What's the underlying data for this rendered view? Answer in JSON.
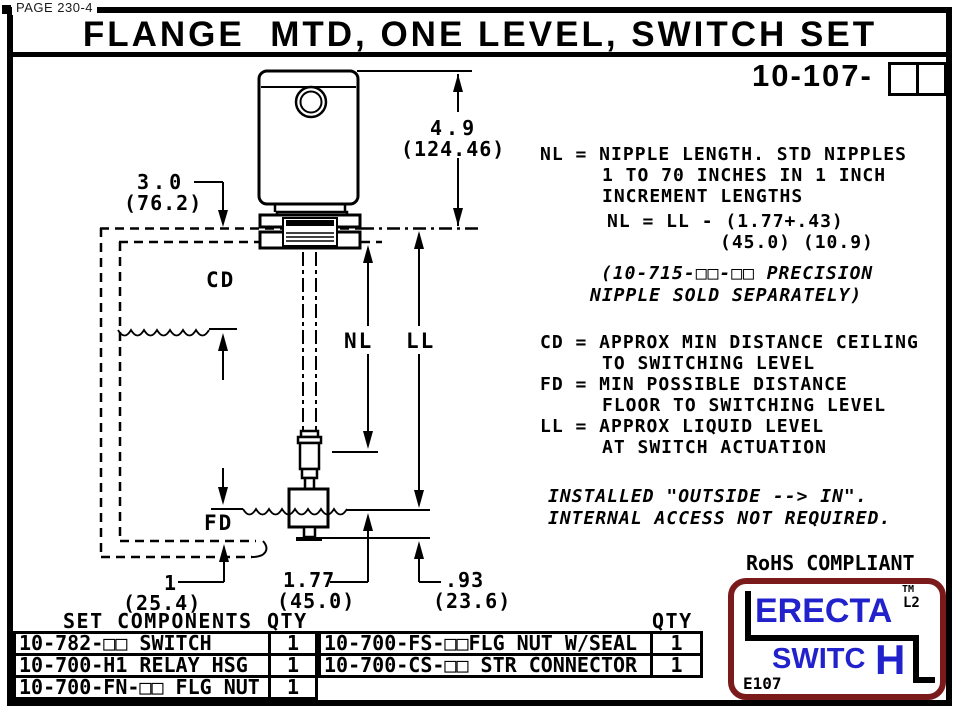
{
  "page": {
    "corner_label": "PAGE 230-4",
    "title": "FLANGE  MTD, ONE LEVEL, SWITCH SET",
    "part_number_prefix": "10-107-",
    "rohs": "RoHS COMPLIANT"
  },
  "diagram_labels": {
    "dim_height_in": "4.9",
    "dim_height_mm": "(124.46)",
    "dim_clearance_in": "3.0",
    "dim_clearance_mm": "(76.2)",
    "cd": "CD",
    "nl": "NL",
    "ll": "LL",
    "fd": "FD",
    "dim_floor_in": "1",
    "dim_floor_mm": "(25.4)",
    "dim_actuation_in": "1.77",
    "dim_actuation_mm": "(45.0)",
    "dim_offset_in": ".93",
    "dim_offset_mm": "(23.6)"
  },
  "notes": {
    "nipple_1": "NL = NIPPLE LENGTH. STD NIPPLES",
    "nipple_2": "1 TO 70 INCHES IN 1 INCH",
    "nipple_3": "INCREMENT LENGTHS",
    "formula_1": "NL = LL - (1.77+.43)",
    "formula_2": "(45.0) (10.9)",
    "precision_1": "(10-715-□□-□□ PRECISION",
    "precision_2": "NIPPLE SOLD SEPARATELY)",
    "def_cd_1": "CD = APPROX MIN DISTANCE CEILING",
    "def_cd_2": "TO SWITCHING LEVEL",
    "def_fd_1": "FD = MIN POSSIBLE DISTANCE",
    "def_fd_2": "FLOOR TO SWITCHING LEVEL",
    "def_ll_1": "LL = APPROX LIQUID LEVEL",
    "def_ll_2": "AT SWITCH ACTUATION",
    "installed_1": "INSTALLED \"OUTSIDE --> IN\".",
    "installed_2": "INTERNAL ACCESS NOT REQUIRED."
  },
  "components_table": {
    "header_left": "SET COMPONENTS",
    "header_qty_left": "QTY",
    "header_qty_right": "QTY",
    "left_rows": [
      {
        "part": "10-782-□□ SWITCH",
        "qty": "1"
      },
      {
        "part": "10-700-H1 RELAY HSG",
        "qty": "1"
      },
      {
        "part": "10-700-FN-□□ FLG NUT",
        "qty": "1"
      }
    ],
    "right_rows": [
      {
        "part": "10-700-FS-□□FLG NUT W/SEAL",
        "qty": "1"
      },
      {
        "part": "10-700-CS-□□ STR CONNECTOR",
        "qty": "1"
      }
    ]
  },
  "logo": {
    "brand_line1": "ERECTA",
    "brand_line2_main": "SWITC",
    "brand_line2_h": "H",
    "tm": "TM",
    "l2": "L2",
    "code": "E107",
    "border_color": "#7b1a1a",
    "text_color": "#2222cc"
  }
}
